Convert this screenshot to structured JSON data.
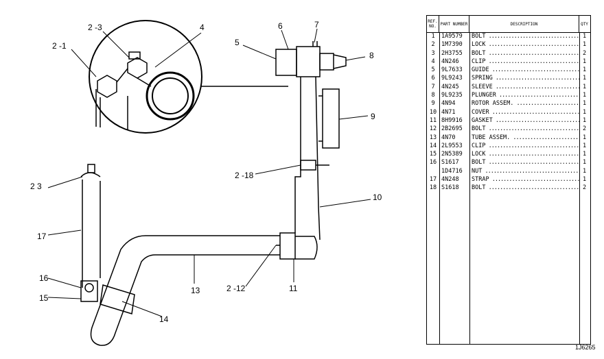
{
  "callouts": {
    "c2_1": "2 -1",
    "c2_3a": "2 -3",
    "c4": "4",
    "c5": "5",
    "c6": "6",
    "c7": "7",
    "c8": "8",
    "c9": "9",
    "c2_18": "2 -18",
    "c10": "10",
    "c2_3b": "2 3",
    "c17": "17",
    "c13": "13",
    "c2_12": "2 -12",
    "c11": "11",
    "c16": "16",
    "c15": "15",
    "c14": "14"
  },
  "parts_table": {
    "headers": {
      "ref": "REF. NO.",
      "part": "PART NUMBER",
      "desc": "DESCRIPTION",
      "qty": "QTY"
    },
    "rows": [
      {
        "ref": "1",
        "part": "1A9579",
        "desc": "BOLT",
        "qty": "1"
      },
      {
        "ref": "2",
        "part": "1M7390",
        "desc": "LOCK",
        "qty": "1"
      },
      {
        "ref": "3",
        "part": "2H3755",
        "desc": "BOLT",
        "qty": "2"
      },
      {
        "ref": "4",
        "part": "4N246",
        "desc": "CLIP",
        "qty": "1"
      },
      {
        "ref": "5",
        "part": "9L7633",
        "desc": "GUIDE",
        "qty": "1"
      },
      {
        "ref": "6",
        "part": "9L9243",
        "desc": "SPRING",
        "qty": "1"
      },
      {
        "ref": "7",
        "part": "4N245",
        "desc": "SLEEVE",
        "qty": "1"
      },
      {
        "ref": "8",
        "part": "9L9235",
        "desc": "PLUNGER",
        "qty": "1"
      },
      {
        "ref": "9",
        "part": "4N94",
        "desc": "ROTOR ASSEM.",
        "qty": "1"
      },
      {
        "ref": "10",
        "part": "4N71",
        "desc": "COVER",
        "qty": "1"
      },
      {
        "ref": "11",
        "part": "8H9916",
        "desc": "GASKET",
        "qty": "1"
      },
      {
        "ref": "12",
        "part": "2B2695",
        "desc": "BOLT",
        "qty": "2"
      },
      {
        "ref": "13",
        "part": "4N70",
        "desc": "TUBE ASSEM.",
        "qty": "1"
      },
      {
        "ref": "14",
        "part": "2L9553",
        "desc": "CLIP",
        "qty": "1"
      },
      {
        "ref": "15",
        "part": "2N5389",
        "desc": "LOCK",
        "qty": "1"
      },
      {
        "ref": "16",
        "part": "S1617",
        "desc": "BOLT",
        "qty": "1"
      },
      {
        "ref": "",
        "part": "1D4716",
        "desc": "NUT",
        "qty": "1"
      },
      {
        "ref": "17",
        "part": "4N248",
        "desc": "STRAP",
        "qty": "1"
      },
      {
        "ref": "18",
        "part": "S1618",
        "desc": "BOLT",
        "qty": "2"
      }
    ]
  },
  "figure_number": "1J6265"
}
